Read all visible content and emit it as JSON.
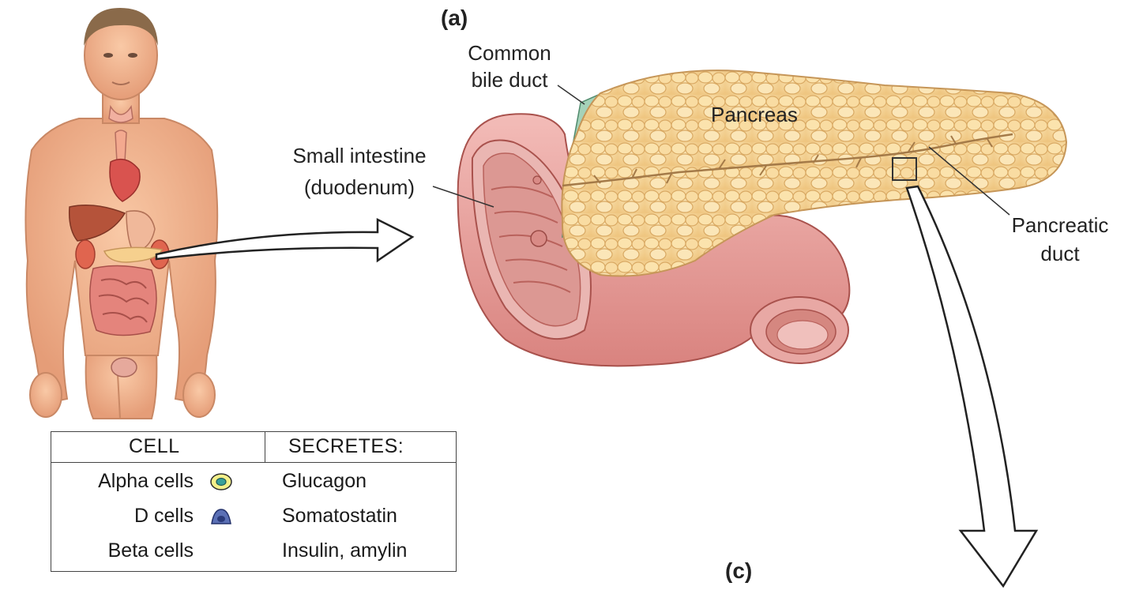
{
  "labels": {
    "panel_a": "(a)",
    "panel_c": "(c)",
    "common_bile_duct_line1": "Common",
    "common_bile_duct_line2": "bile duct",
    "pancreas": "Pancreas",
    "small_intestine_line1": "Small intestine",
    "small_intestine_line2": "(duodenum)",
    "pancreatic_duct_line1": "Pancreatic",
    "pancreatic_duct_line2": "duct"
  },
  "table": {
    "col_cell": "CELL",
    "col_secretes": "SECRETES:",
    "rows": [
      {
        "cell": "Alpha cells",
        "secretes": "Glucagon",
        "icon": "alpha-cell-icon"
      },
      {
        "cell": "D cells",
        "secretes": "Somatostatin",
        "icon": "d-cell-icon"
      },
      {
        "cell": "Beta cells",
        "secretes": "Insulin, amylin",
        "icon": ""
      }
    ]
  },
  "colors": {
    "skin": "#f2b48f",
    "pancreas": "#f7d79b",
    "intestine": "#e9a3a2",
    "bile_duct": "#8fc7a8"
  }
}
